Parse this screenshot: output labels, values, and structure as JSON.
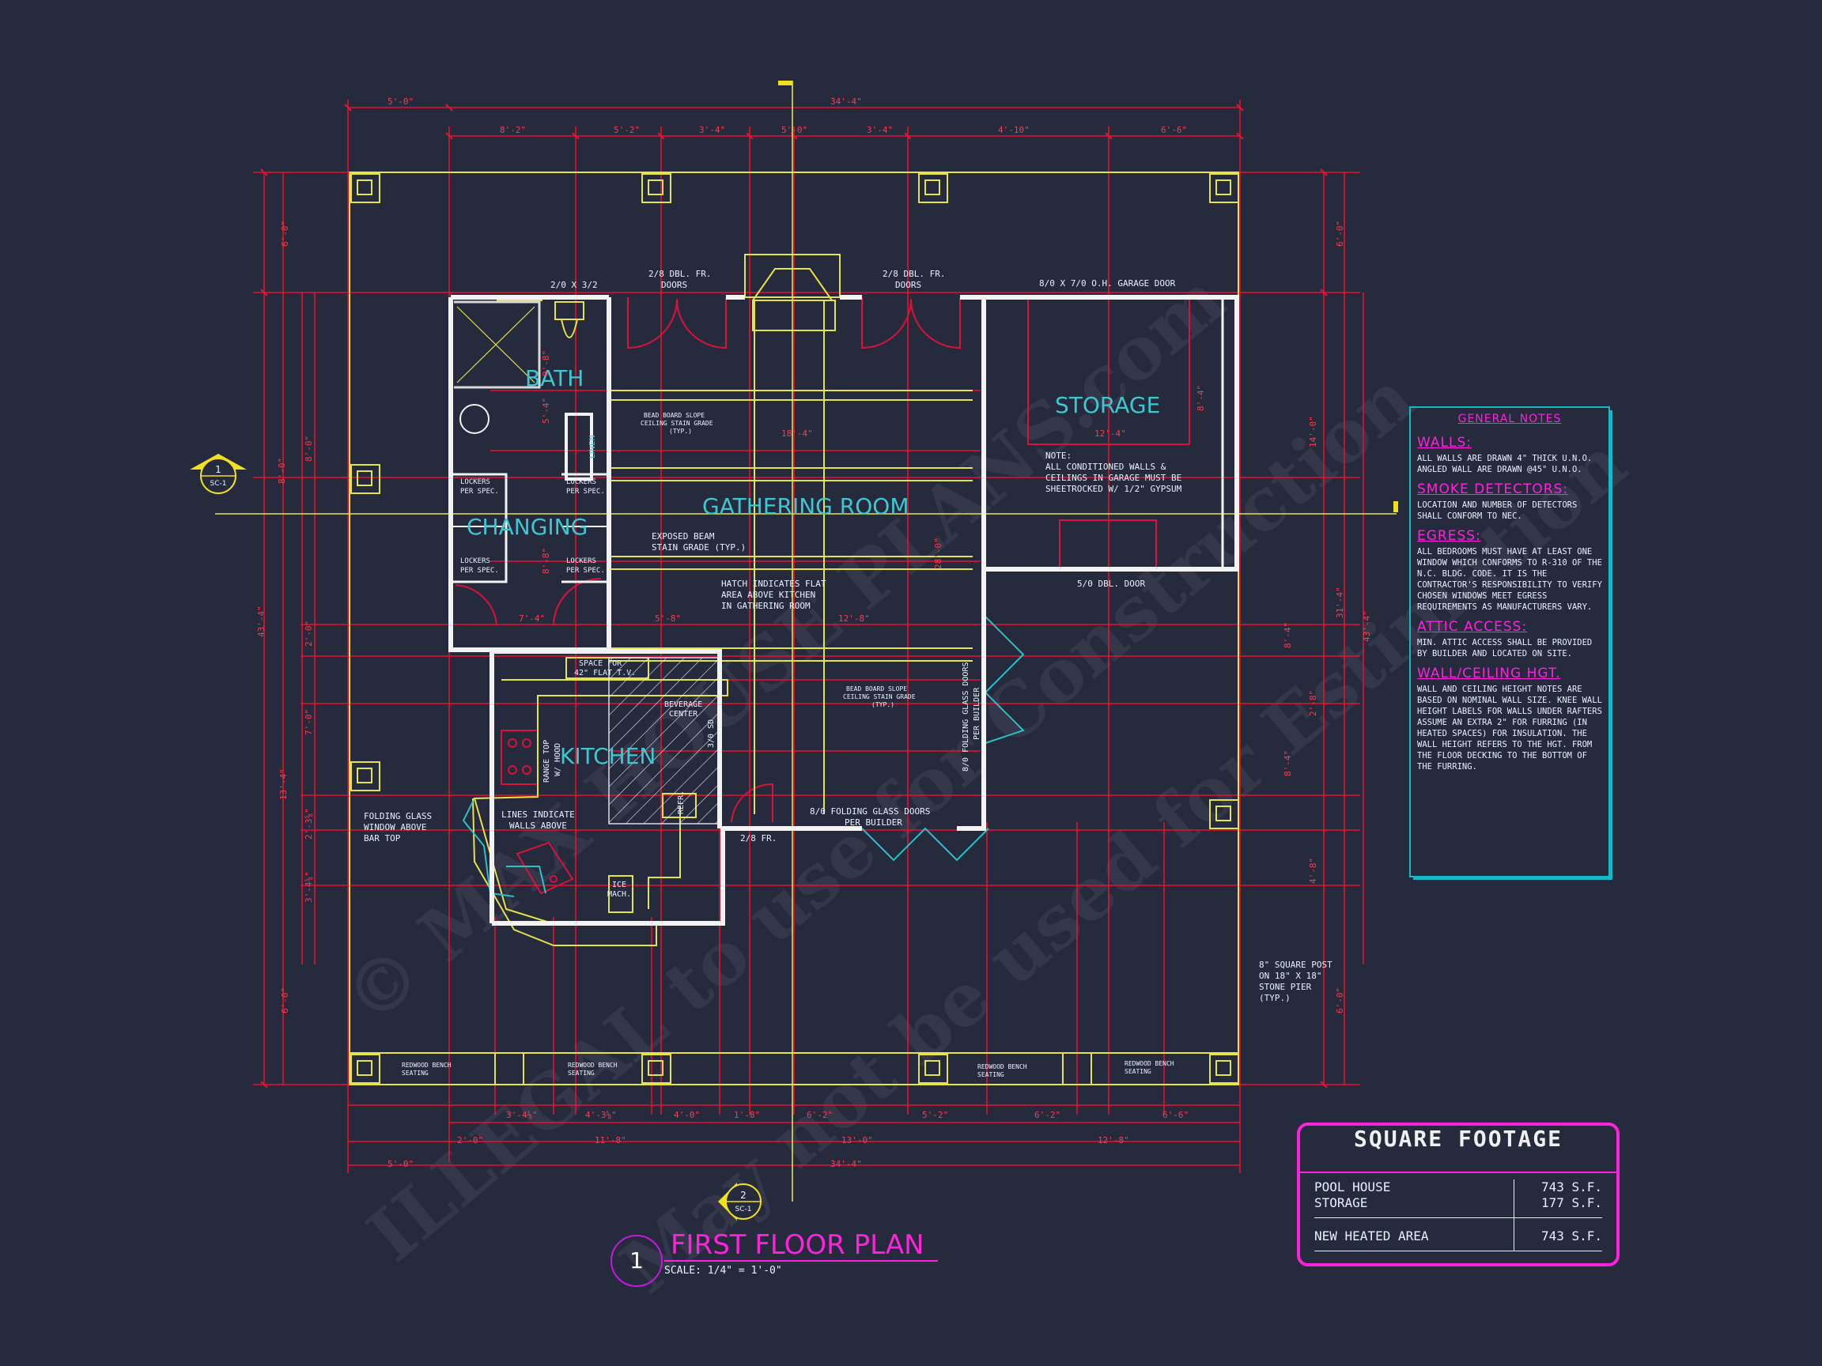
{
  "plan": {
    "rooms": {
      "bath": "BATH",
      "storage": "STORAGE",
      "gathering": "GATHERING ROOM",
      "changing": "CHANGING",
      "kitchen": "KITCHEN",
      "linen": "LINEN"
    },
    "dims_top": [
      "5'-0\"",
      "34'-4\"",
      "8'-2\"",
      "5'-2\"",
      "3'-4\"",
      "5'-0\"",
      "3'-4\"",
      "4'-10\"",
      "6'-6\""
    ],
    "dims_bottom": [
      "3'-4⅝\"",
      "4'-3⅝\"",
      "4'-0\"",
      "1'-8\"",
      "6'-2\"",
      "5'-2\"",
      "6'-2\"",
      "6'-6\"",
      "2'-0\"",
      "11'-8\"",
      "13'-0\"",
      "12'-8\"",
      "5'-0\"",
      "34'-4\""
    ],
    "dims_left": [
      "6'-0\"",
      "8'-0\"",
      "8'-0\"",
      "43'-4\"",
      "2'-0\"",
      "7'-0\"",
      "13'-4\"",
      "2'-3⅝\"",
      "3'-4⅝\"",
      "6'-0\""
    ],
    "dims_right": [
      "6'-0\"",
      "14'-0\"",
      "43'-4\"",
      "31'-4\"",
      "8'-4\"",
      "2'-8\"",
      "8'-4\"",
      "4'-8\"",
      "6'-0\""
    ],
    "dims_inner": [
      "18'-4\"",
      "12'-4\"",
      "7'-4\"",
      "5'-8\"",
      "12'-8\"",
      "8'-4\"",
      "8'-8\"",
      "9'-8\"",
      "5'-4\"",
      "28'-0\""
    ],
    "labels": {
      "win_bath": "2/0 X 3/2",
      "doors_left": [
        "2/8 DBL. FR.",
        "DOORS"
      ],
      "doors_right": [
        "2/8 DBL. FR.",
        "DOORS"
      ],
      "garage_door": "8/0 X 7/0 O.H. GARAGE DOOR",
      "bead_board_1": [
        "BEAD BOARD SLOPE",
        "CEILING STAIN GRADE",
        "(TYP.)"
      ],
      "bead_board_2": [
        "BEAD BOARD SLOPE",
        "CEILING STAIN GRADE",
        "(TYP.)"
      ],
      "storage_note": [
        "NOTE:",
        "ALL CONDITIONED WALLS &",
        "CEILINGS IN GARAGE MUST BE",
        "SHEETROCKED W/ 1/2\" GYPSUM"
      ],
      "lockers": [
        "LOCKERS",
        "PER SPEC."
      ],
      "exposed_beam": [
        "EXPOSED BEAM",
        "STAIN GRADE (TYP.)"
      ],
      "hatch": [
        "HATCH INDICATES FLAT",
        "AREA ABOVE KITCHEN",
        "IN GATHERING ROOM"
      ],
      "dbl_door_50": "5/0 DBL. DOOR",
      "space_tv": [
        "SPACE FOR",
        "42\" FLAT T.V."
      ],
      "beverage": [
        "BEVERAGE",
        "CENTER"
      ],
      "range": [
        "RANGE TOP",
        "W/ HOOD"
      ],
      "refr": "REFR.",
      "sd": "3/0 SD",
      "folding_right": [
        "8/0 FOLDING GLASS DOORS",
        "PER BUILDER"
      ],
      "folding_bottom": [
        "8/0 FOLDING GLASS DOORS",
        "PER BUILDER"
      ],
      "folding_window": [
        "FOLDING GLASS",
        "WINDOW ABOVE",
        "BAR TOP"
      ],
      "lines_walls": [
        "LINES INDICATE",
        "WALLS ABOVE"
      ],
      "ice": [
        "ICE",
        "MACH."
      ],
      "door_28": "2/8 FR.",
      "post": [
        "8\" SQUARE POST",
        "ON 18\" X 18\"",
        "STONE PIER",
        "(TYP.)"
      ],
      "bench": [
        "REDWOOD BENCH",
        "SEATING"
      ],
      "section_1": [
        "1",
        "SC-1"
      ],
      "section_2": [
        "2",
        "SC-1"
      ]
    }
  },
  "general_notes": {
    "title": "GENERAL NOTES",
    "sections": [
      {
        "heading": "WALLS:",
        "text": "ALL WALLS ARE DRAWN 4\" THICK U.N.O. ANGLED WALL ARE DRAWN @45° U.N.O."
      },
      {
        "heading": "SMOKE DETECTORS:",
        "text": "LOCATION AND NUMBER OF DETECTORS SHALL CONFORM TO NEC."
      },
      {
        "heading": "EGRESS:",
        "text": "ALL BEDROOMS MUST HAVE AT LEAST ONE WINDOW WHICH CONFORMS TO R-310 OF THE N.C. BLDG. CODE. IT IS THE CONTRACTOR'S RESPONSIBILITY TO VERIFY CHOSEN WINDOWS MEET EGRESS REQUIREMENTS AS MANUFACTURERS VARY."
      },
      {
        "heading": "ATTIC ACCESS:",
        "text": "MIN. ATTIC ACCESS SHALL BE PROVIDED BY BUILDER AND LOCATED ON SITE."
      },
      {
        "heading": "WALL/CEILING HGT.",
        "text": "WALL AND CEILING HEIGHT NOTES ARE BASED ON NOMINAL WALL SIZE. KNEE WALL HEIGHT LABELS FOR WALLS UNDER RAFTERS ASSUME AN EXTRA 2\" FOR FURRING (IN HEATED SPACES) FOR INSULATION. THE WALL HEIGHT REFERS TO THE HGT. FROM THE FLOOR DECKING TO THE BOTTOM OF THE FURRING."
      }
    ]
  },
  "square_footage": {
    "title": "SQUARE FOOTAGE",
    "rows": [
      {
        "label": "POOL HOUSE",
        "value": "743 S.F."
      },
      {
        "label": "STORAGE",
        "value": "177 S.F."
      },
      {
        "label": "NEW HEATED AREA",
        "value": "743 S.F."
      }
    ]
  },
  "drawing_title": {
    "number": "1",
    "title": "FIRST FLOOR PLAN",
    "scale": "SCALE: 1/4\" = 1'-0\""
  },
  "watermarks": [
    "© MAX HOUSE PLANS.com",
    "ILLEGAL to use for Construction",
    "May not be used for Estimation"
  ]
}
